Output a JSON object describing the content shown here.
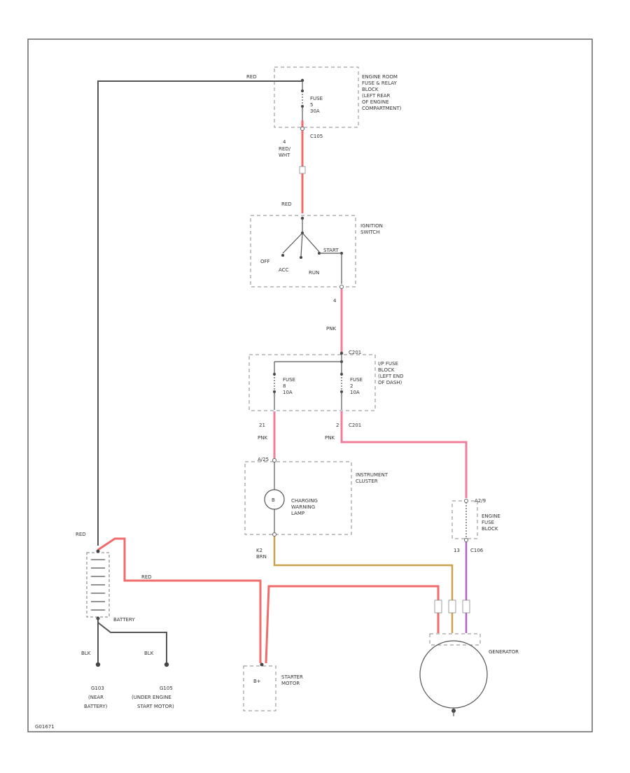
{
  "diagram_id": "G01671",
  "fuse_relay_block": {
    "wire_in": "RED",
    "label": [
      "ENGINE ROOM",
      "FUSE & RELAY",
      "BLOCK",
      "(LEFT REAR",
      "OF ENGINE",
      "COMPARTMENT)"
    ],
    "fuse": [
      "FUSE",
      "5",
      "30A"
    ],
    "connector": "C105",
    "pin": "4"
  },
  "wire_red_wht": [
    "RED/",
    "WHT"
  ],
  "ignition_switch": {
    "wire_in": "RED",
    "label": [
      "IGNITION",
      "SWITCH"
    ],
    "positions": [
      "OFF",
      "ACC",
      "RUN",
      "START"
    ],
    "pin": "4"
  },
  "wire_pnk_1": "PNK",
  "ip_fuse_block": {
    "connector": "C201",
    "label": [
      "I/P FUSE",
      "BLOCK",
      "(LEFT END",
      "OF DASH)"
    ],
    "fuse_a": [
      "FUSE",
      "8",
      "10A"
    ],
    "fuse_b": [
      "FUSE",
      "2",
      "10A"
    ],
    "pin_a": "21",
    "pin_b": "2",
    "connector_b": "C201"
  },
  "wire_pnk_a": "PNK",
  "wire_pnk_b": "PNK",
  "instrument_cluster": {
    "connector_in": "A/25",
    "label": [
      "INSTRUMENT",
      "CLUSTER"
    ],
    "lamp": [
      "CHARGING",
      "WARNING",
      "LAMP"
    ],
    "lamp_symbol": "B",
    "pin_out": "K2",
    "wire_out": "BRN"
  },
  "engine_fuse_block": {
    "fuse": "A2/9",
    "label": [
      "ENGINE",
      "FUSE",
      "BLOCK"
    ],
    "pin": "13",
    "connector": "C106"
  },
  "battery": {
    "wire_top": "RED",
    "wire_main": "RED",
    "label": "BATTERY"
  },
  "grounds": [
    {
      "wire": "BLK",
      "id": "G103",
      "desc": [
        "(NEAR",
        "BATTERY)"
      ]
    },
    {
      "wire": "BLK",
      "id": "G105",
      "desc": [
        "(UNDER ENGINE",
        "START MOTOR)"
      ]
    }
  ],
  "starter_motor": {
    "terminal": "B+",
    "label": [
      "STARTER",
      "MOTOR"
    ]
  },
  "generator": {
    "label": "GENERATOR"
  },
  "colors": {
    "red": "#f26b6b",
    "pink": "#ee7f9c",
    "brown": "#c9a24b",
    "violet": "#b15fc4",
    "gray": "#555555"
  }
}
